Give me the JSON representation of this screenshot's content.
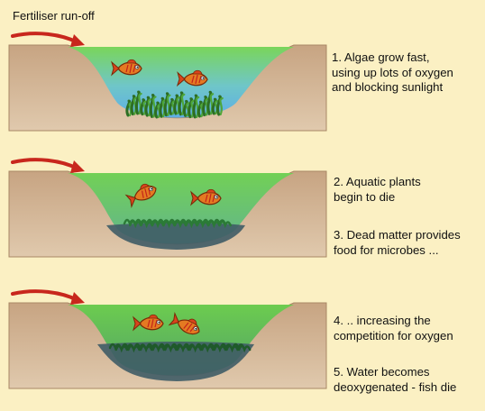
{
  "title": "Fertiliser run-off",
  "panels": [
    {
      "stage": "algae-bloom",
      "texts": [
        "1. Algae grow fast,\nusing up lots of oxygen\nand blocking sunlight"
      ],
      "fish_count": 2,
      "vegetation": "algae"
    },
    {
      "stage": "plants-dying",
      "texts": [
        "2. Aquatic plants\nbegin to die",
        "3. Dead matter provides\nfood for microbes ..."
      ],
      "fish_count": 2,
      "vegetation": "dying"
    },
    {
      "stage": "deoxygenated",
      "texts": [
        "4. .. increasing the\ncompetition for oxygen",
        "5. Water becomes\ndeoxygenated - fish die"
      ],
      "fish_count": 2,
      "vegetation": "dead"
    }
  ],
  "colors": {
    "background": "#fbf0c3",
    "bank": "#c9a888",
    "bank_edge": "#a88765",
    "water_top": "#7fd95c",
    "water_bottom": "#68b8e6",
    "sediment": "#3f5c66",
    "arrow": "#c8271d",
    "fish": "#e47a22",
    "plant": "#3a8f2e"
  }
}
